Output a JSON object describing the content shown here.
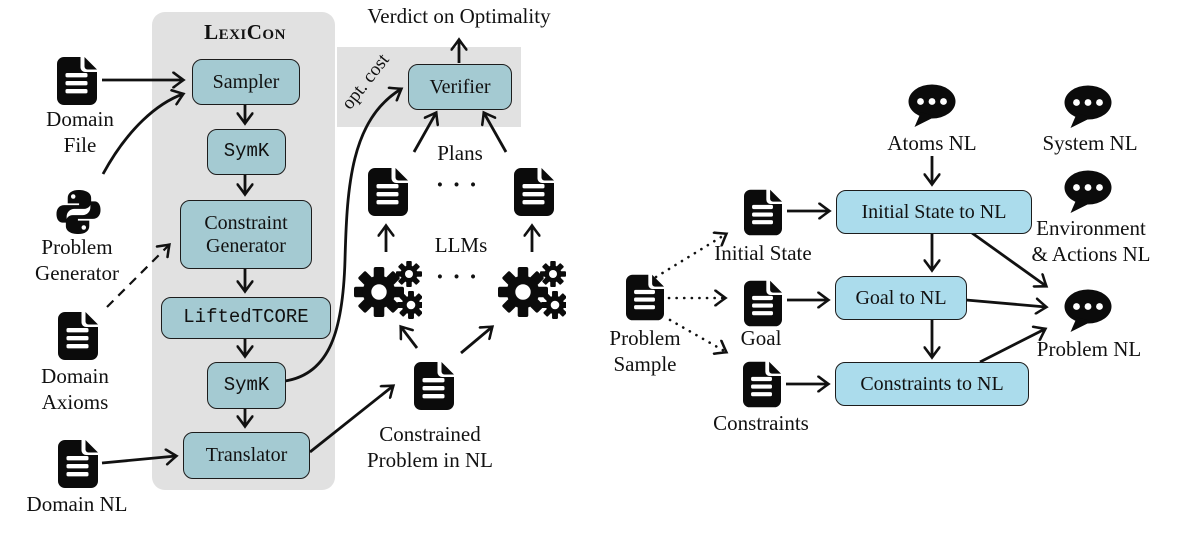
{
  "colors": {
    "box_teal": "#a4cad2",
    "box_blue": "#abdcec",
    "panel_gray": "#e1e1e1",
    "ink": "#111111"
  },
  "icons": {
    "document": "document-icon",
    "python": "python-icon",
    "speech_bubble": "speech-bubble-icon",
    "gears": "gears-icon"
  },
  "left_pipeline": {
    "title": "LexiCon",
    "boxes": {
      "sampler": "Sampler",
      "symk1": "SymK",
      "constraint_generator": "Constraint\nGenerator",
      "liftedtcore": "LiftedTCORE",
      "symk2": "SymK",
      "translator": "Translator"
    },
    "inputs": {
      "domain_file": "Domain\nFile",
      "problem_generator": "Problem\nGenerator",
      "domain_axioms": "Domain\nAxioms",
      "domain_nl": "Domain NL"
    }
  },
  "middle": {
    "verdict": "Verdict on Optimality",
    "opt_cost": "opt. cost",
    "verifier": "Verifier",
    "plans": "Plans",
    "plans_dots": "· · ·",
    "llms": "LLMs",
    "llms_dots": "· · ·",
    "constrained_problem": "Constrained\nProblem in NL"
  },
  "right_flow": {
    "bubbles": {
      "atoms": "Atoms NL",
      "system": "System NL",
      "environment": "Environment\n& Actions NL",
      "problem": "Problem NL"
    },
    "docs": {
      "problem_sample": "Problem\nSample",
      "initial_state": "Initial State",
      "goal": "Goal",
      "constraints": "Constraints"
    },
    "boxes": {
      "initial_state_to_nl": "Initial State to NL",
      "goal_to_nl": "Goal to NL",
      "constraints_to_nl": "Constraints to NL"
    }
  }
}
